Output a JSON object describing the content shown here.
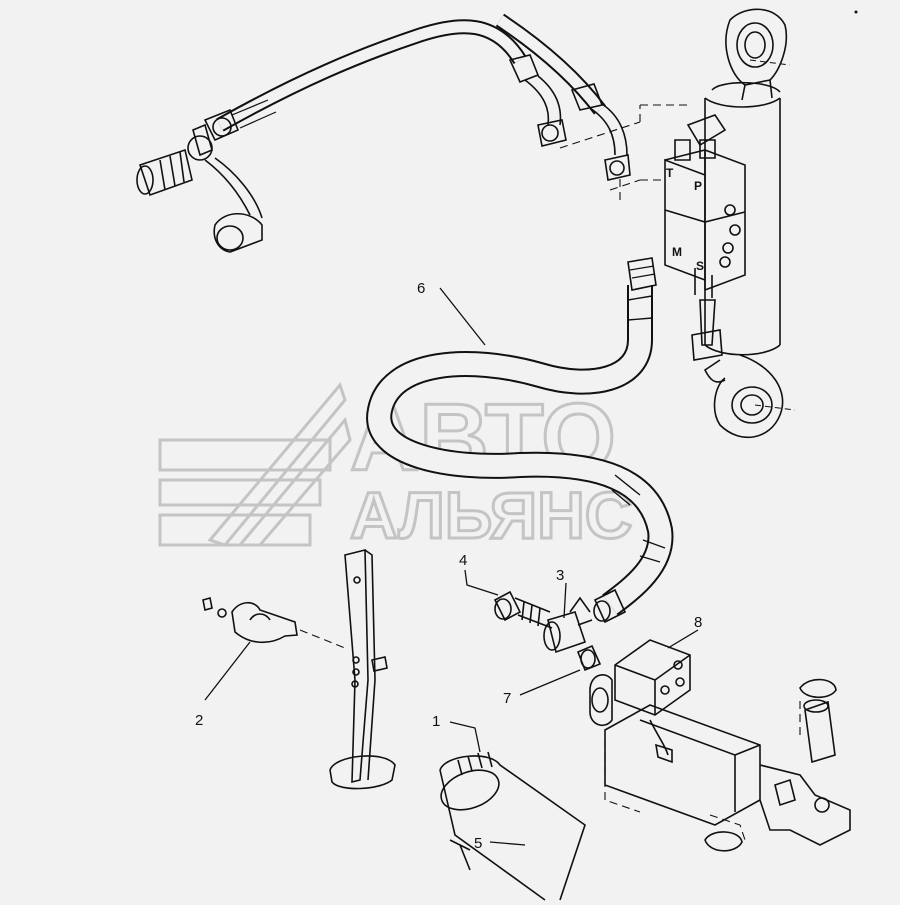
{
  "watermark": {
    "line1": "АВТО",
    "line2": "АЛЬЯНС"
  },
  "ports": {
    "t": "T",
    "p": "P",
    "m": "M",
    "s": "S"
  },
  "callouts": {
    "c1": "1",
    "c2": "2",
    "c3": "3",
    "c4": "4",
    "c5": "5",
    "c6": "6",
    "c7": "7",
    "c8": "8"
  },
  "colors": {
    "background": "#f2f2f2",
    "line": "#111111",
    "watermark": "#c4c4c4"
  }
}
